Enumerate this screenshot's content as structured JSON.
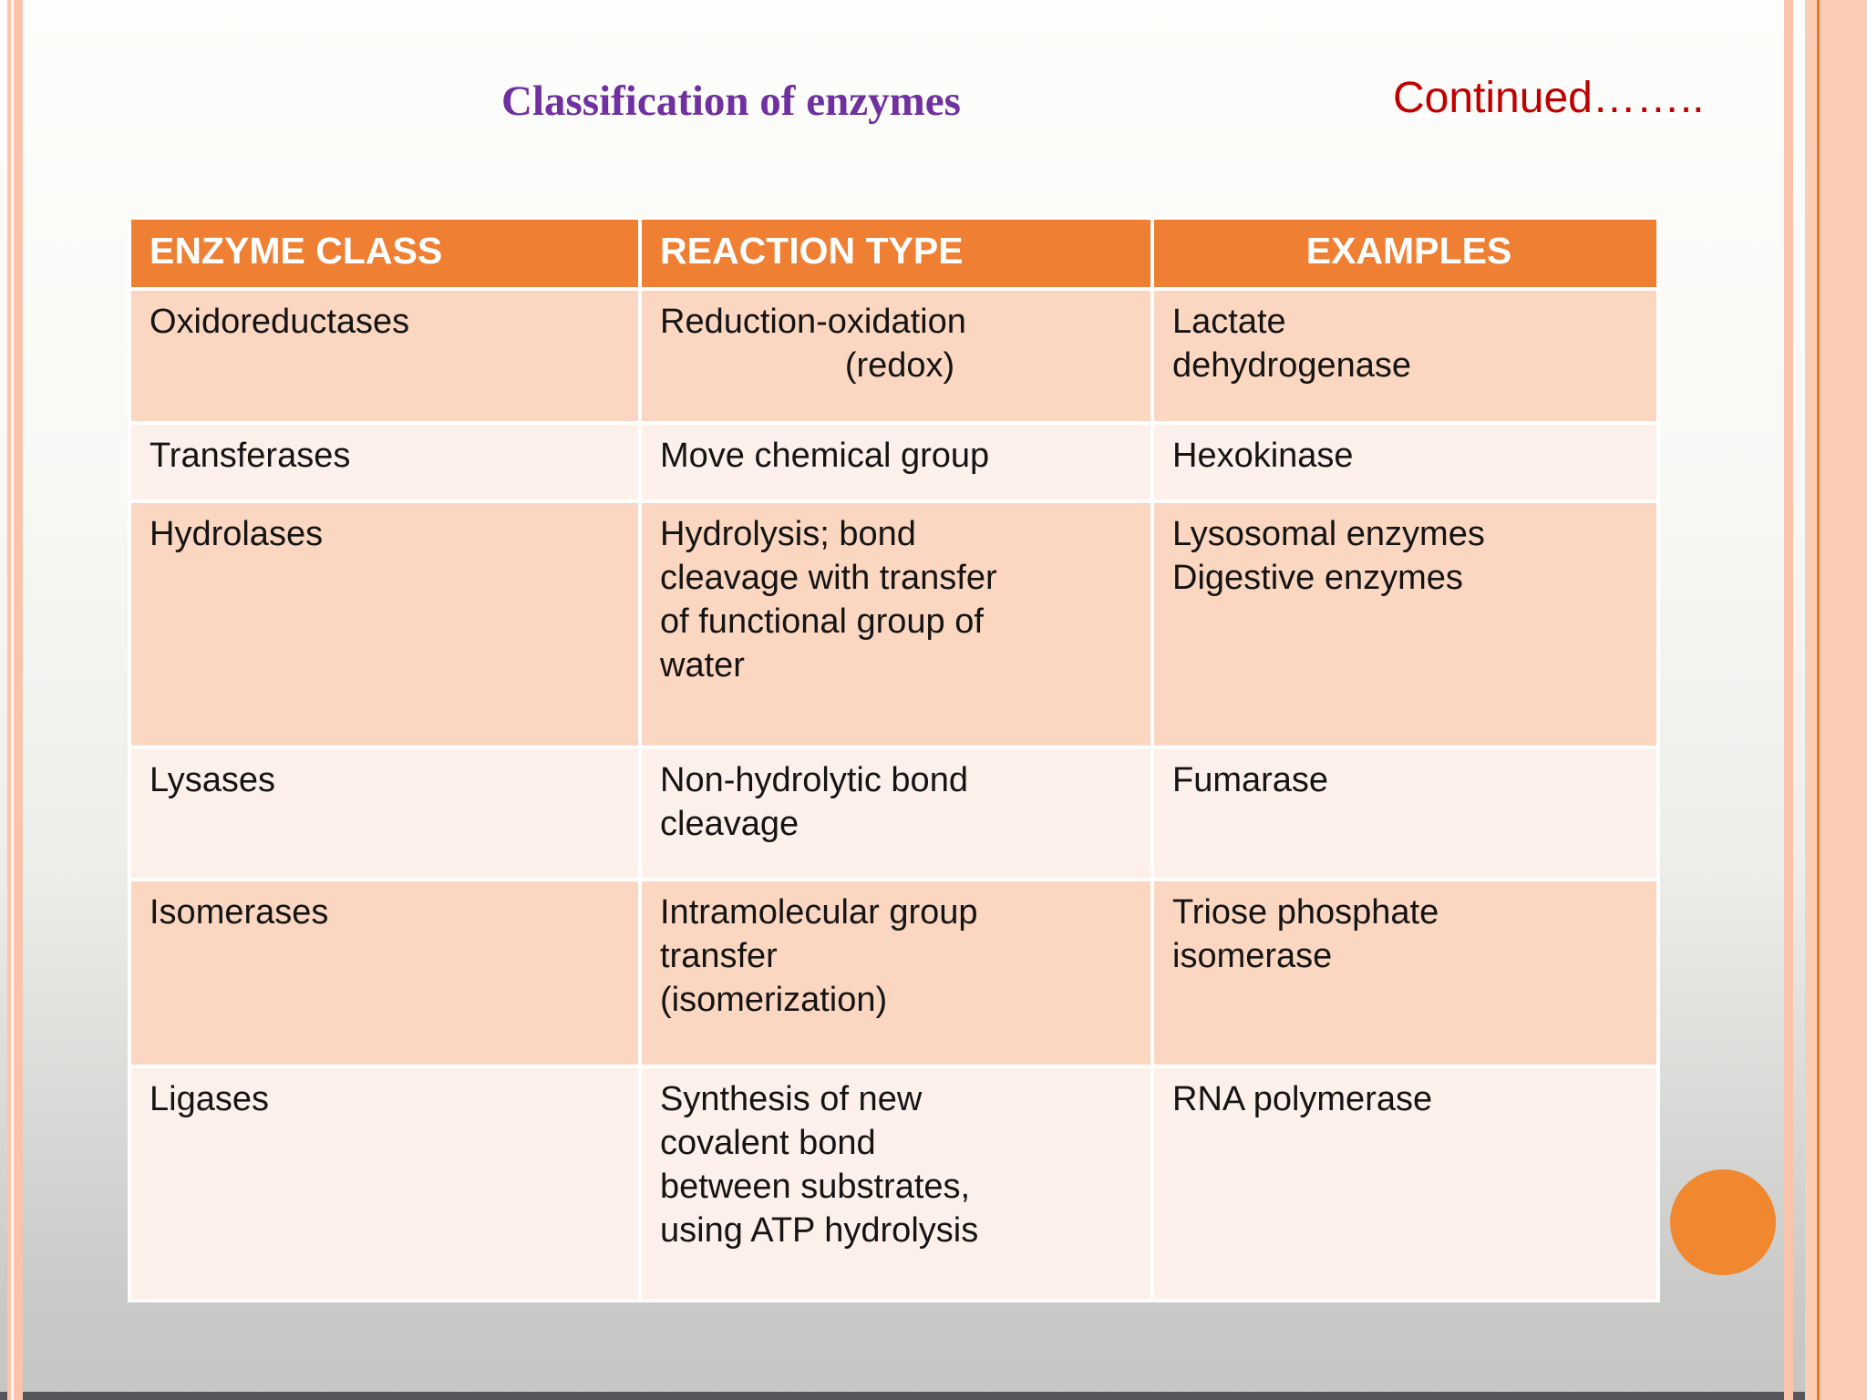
{
  "slide": {
    "title": "Classification of enzymes",
    "continued": "Continued……..",
    "colors": {
      "title_purple": "#7030A0",
      "continued_red": "#C00000",
      "header_orange": "#EF7F33",
      "row_dark_peach": "#FBD7C1",
      "row_light_pink": "#FDEFEA",
      "edge_stripe_peach": "#F9C4AC",
      "edge_accent_orange": "#E97B23",
      "circle_orange": "#F1872F"
    }
  },
  "table": {
    "headers": [
      "ENZYME CLASS",
      "REACTION TYPE",
      "EXAMPLES"
    ],
    "rows": [
      {
        "class": "Oxidoreductases",
        "reaction": "Reduction-oxidation",
        "reaction_sub": "(redox)",
        "examples": "Lactate\ndehydrogenase"
      },
      {
        "class": "Transferases",
        "reaction": "Move chemical group",
        "reaction_sub": "",
        "examples": "Hexokinase"
      },
      {
        "class": "Hydrolases",
        "reaction": "Hydrolysis; bond\ncleavage with transfer\nof functional group of\nwater",
        "reaction_sub": "",
        "examples": "Lysosomal enzymes\nDigestive enzymes"
      },
      {
        "class": "Lysases",
        "reaction": "Non-hydrolytic bond\ncleavage",
        "reaction_sub": "",
        "examples": "Fumarase"
      },
      {
        "class": "Isomerases",
        "reaction": "Intramolecular group\ntransfer\n(isomerization)",
        "reaction_sub": "",
        "examples": "Triose phosphate\nisomerase"
      },
      {
        "class": "Ligases",
        "reaction": "Synthesis of new\ncovalent bond\nbetween substrates,\nusing ATP hydrolysis",
        "reaction_sub": "",
        "examples": "RNA polymerase"
      }
    ]
  }
}
